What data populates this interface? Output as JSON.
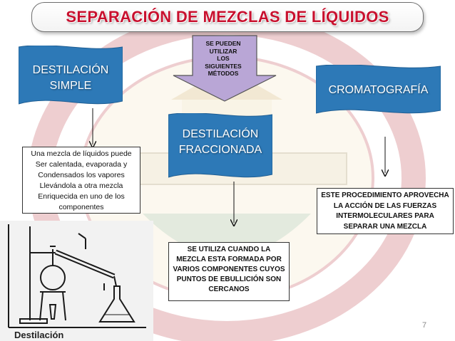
{
  "title": "SEPARACIÓN DE MEZCLAS DE LÍQUIDOS",
  "arrow_text": [
    "SE PUEDEN",
    "UTILIZAR",
    "LOS",
    "SIGUIENTES",
    "MÉTODOS"
  ],
  "methods": {
    "simple": {
      "label_lines": [
        "DESTILACIÓN",
        "SIMPLE"
      ],
      "description_lines": [
        "Una mezcla de líquidos puede",
        "Ser calentada, evaporada y",
        "Condensados los vapores",
        "Llevándola a otra mezcla",
        "Enriquecida en uno de los",
        "componentes"
      ]
    },
    "fraccionada": {
      "label_lines": [
        "DESTILACIÓN",
        "FRACCIONADA"
      ],
      "description_lines": [
        "SE UTILIZA CUANDO LA",
        "MEZCLA ESTA FORMADA POR",
        "VARIOS COMPONENTES CUYOS",
        "PUNTOS DE EBULLICIÓN SON",
        "CERCANOS"
      ]
    },
    "cromatografia": {
      "label_lines": [
        "CROMATOGRAFÍA"
      ],
      "description_lines": [
        "ESTE PROCEDIMIENTO APROVECHA",
        "LA ACCIÓN DE LAS FUERZAS",
        "INTERMOLECULARES PARA",
        "SEPARAR UNA MEZCLA"
      ]
    }
  },
  "image_caption": "Destilación",
  "page_number": "7",
  "colors": {
    "title_red": "#c8102e",
    "banner_blue": "#2d79b7",
    "banner_blue_dark": "#1f5e93",
    "arrow_purple": "#b9a6d6"
  }
}
